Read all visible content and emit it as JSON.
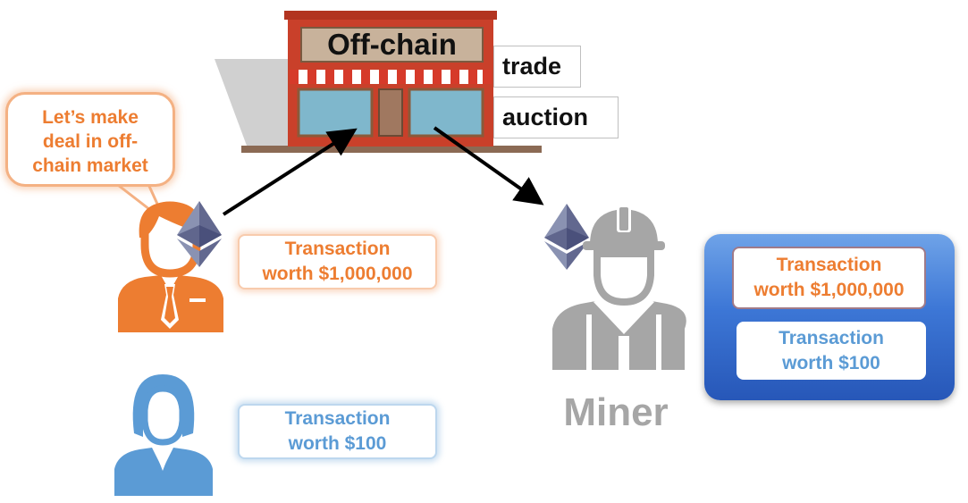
{
  "bubble": {
    "lines": [
      "Let’s make",
      "deal in off-",
      "chain market"
    ]
  },
  "store": {
    "sign": "Off-chain",
    "tags": [
      "trade",
      "auction"
    ]
  },
  "users": {
    "rich": {
      "tx_line1": "Transaction",
      "tx_line2": "worth $1,000,000"
    },
    "normal": {
      "tx_line1": "Transaction",
      "tx_line2": "worth $100"
    }
  },
  "miner": {
    "label": "Miner"
  },
  "block": {
    "items": [
      {
        "line1": "Transaction",
        "line2": "worth $1,000,000"
      },
      {
        "line1": "Transaction",
        "line2": "worth $100"
      }
    ]
  },
  "colors": {
    "orange": "#ed7d31",
    "blue": "#5b9bd5",
    "miner_gray": "#a6a6a6",
    "block_blue": "#3d77d6"
  },
  "icons": [
    "storefront-icon",
    "ethereum-icon",
    "businessman-icon",
    "businesswoman-icon",
    "miner-icon",
    "arrow-icon"
  ]
}
